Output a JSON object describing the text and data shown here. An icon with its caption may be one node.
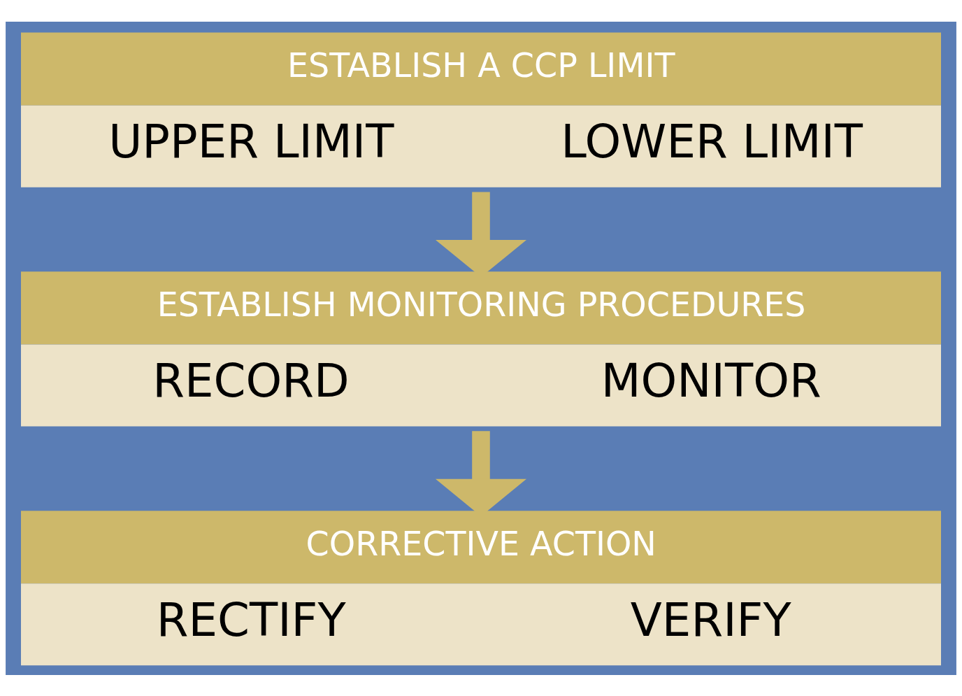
{
  "diagram": {
    "nodes": [
      {
        "text": [
          "ESTABLISH A CCP LIMIT",
          "UPPER LIMIT",
          "LOWER LIMIT"
        ]
      },
      {
        "text": [
          "ESTABLISH MONITORING PROCEDURES",
          "RECORD",
          "MONITOR"
        ]
      },
      {
        "text": [
          "CORRECTIVE ACTION",
          "RECTIFY",
          "VERIFY"
        ]
      }
    ],
    "edges": [
      {
        "from": 0,
        "to": 1,
        "arrow": "to"
      },
      {
        "from": 1,
        "to": 2,
        "arrow": "to"
      }
    ]
  }
}
